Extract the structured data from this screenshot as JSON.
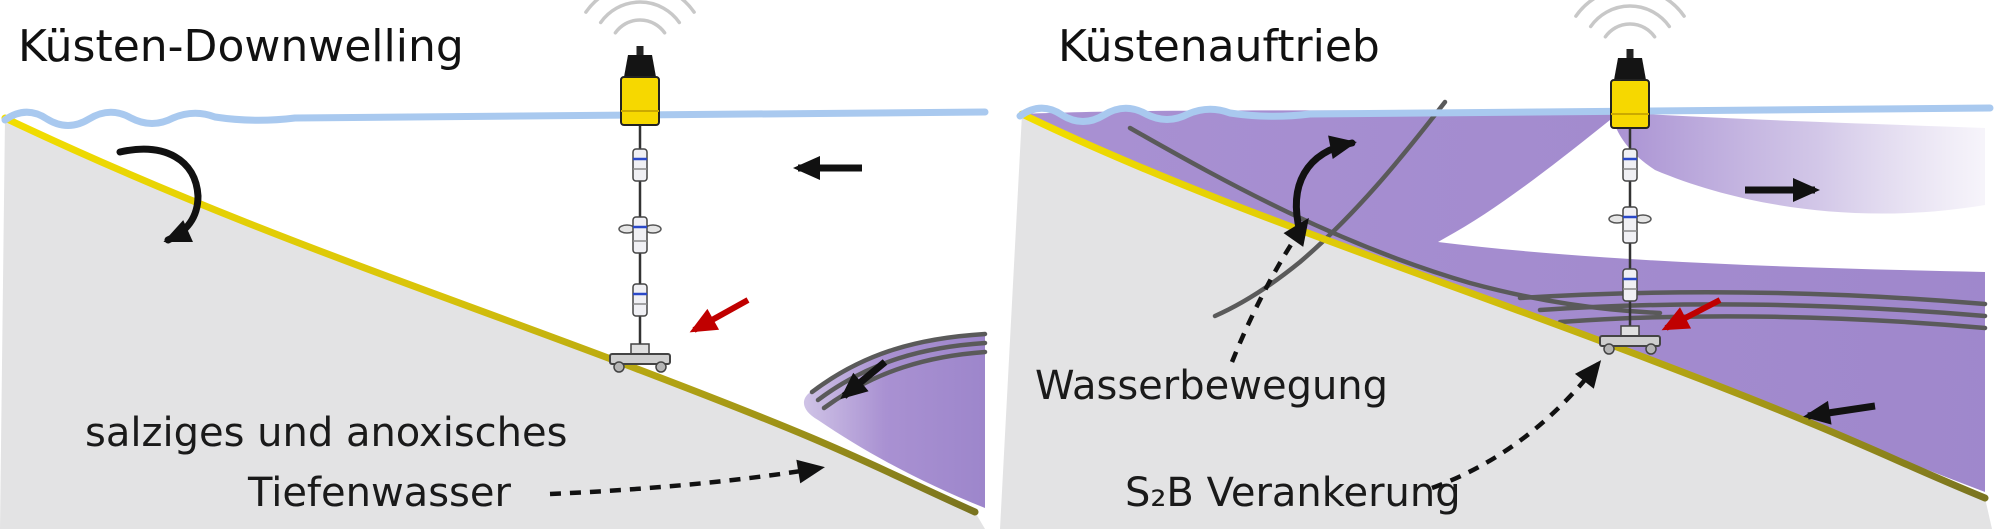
{
  "diagram": {
    "left_panel": {
      "title": "Küsten-Downwelling",
      "deep_water_label_line1": "salziges und anoxisches",
      "deep_water_label_line2": "Tiefenwasser"
    },
    "right_panel": {
      "title": "Küstenauftrieb",
      "water_movement_label": "Wasserbewegung",
      "mooring_label": "S₂B Verankerung"
    },
    "colors": {
      "water_surface_blue": "#a9c9ef",
      "seafloor_yellow": "#f2de00",
      "seafloor_olive": "#7a7420",
      "land_gray": "#e3e3e4",
      "deep_water_purple": "#9d86cb",
      "contour_gray": "#5a5a5a",
      "buoy_yellow": "#f6d800",
      "buoy_cap_black": "#141414",
      "arrow_black": "#111111",
      "arrow_red": "#c00000",
      "signal_arc_gray": "#c8c8c8"
    }
  }
}
